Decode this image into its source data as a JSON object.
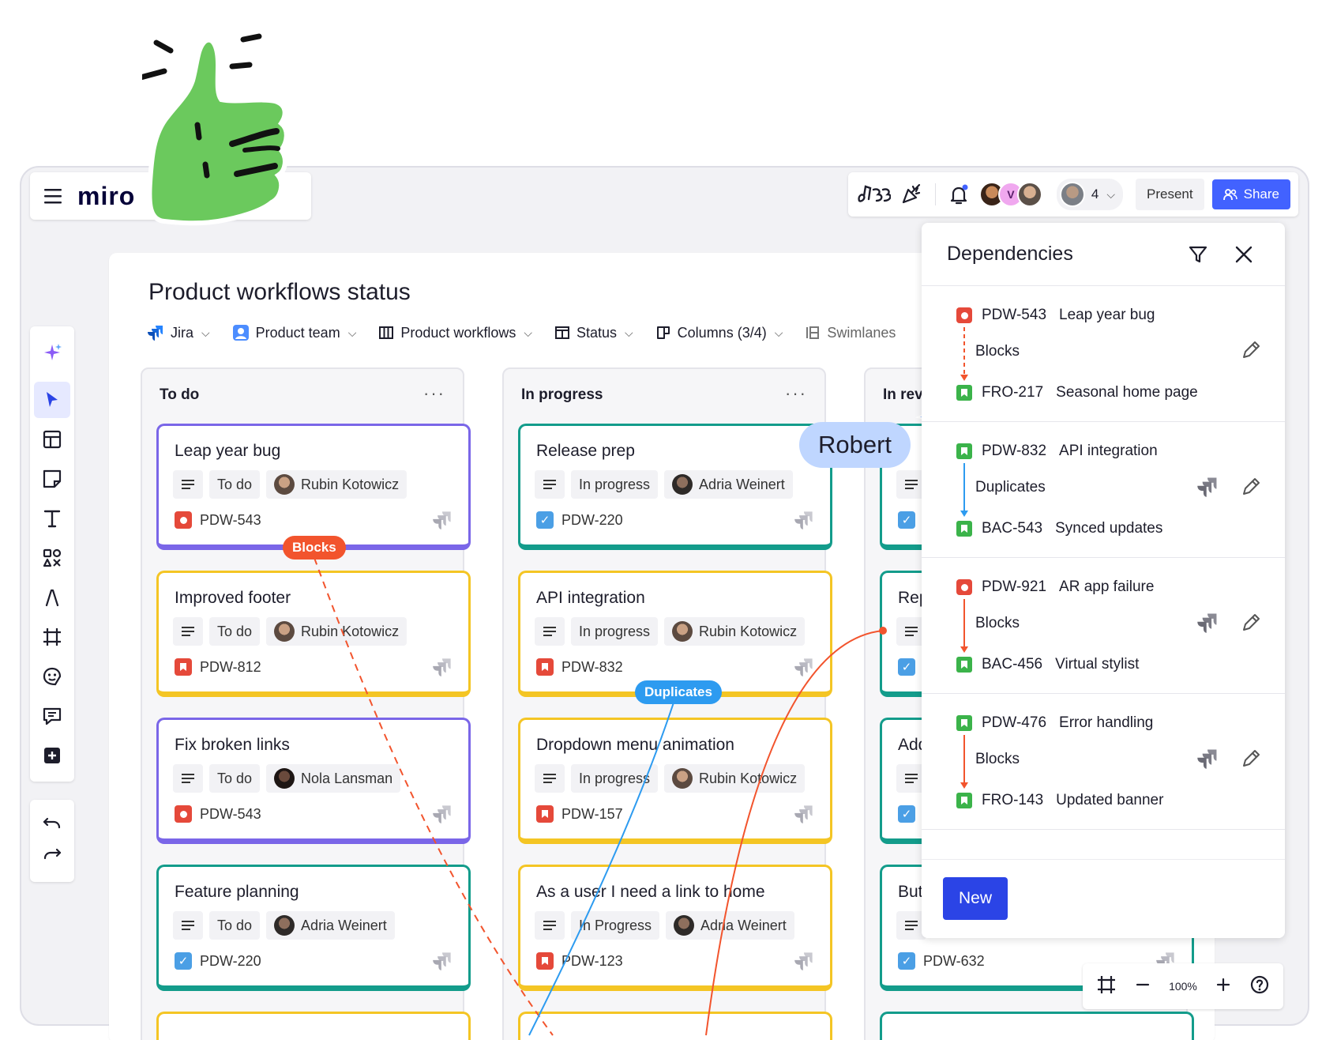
{
  "logo": {
    "text": "miro"
  },
  "toolbar": {
    "present_label": "Present",
    "share_label": "Share",
    "collaborator_initial": "V",
    "collaborator_count": "4",
    "accent": "#4262ff"
  },
  "page": {
    "title": "Product workflows status"
  },
  "filters": [
    {
      "label": "Jira"
    },
    {
      "label": "Product team"
    },
    {
      "label": "Product workflows"
    },
    {
      "label": "Status"
    },
    {
      "label": "Columns (3/4)"
    },
    {
      "label": "Swimlanes"
    }
  ],
  "columns": [
    {
      "title": "To do",
      "more": "···",
      "cards": [
        {
          "title": "Leap year bug",
          "status": "To do",
          "assignee": "Rubin Kotowicz",
          "key": "PDW-543",
          "type": "bug",
          "color": "purple"
        },
        {
          "title": "Improved footer",
          "status": "To do",
          "assignee": "Rubin Kotowicz",
          "key": "PDW-812",
          "type": "story",
          "color": "yellow"
        },
        {
          "title": "Fix broken links",
          "status": "To do",
          "assignee": "Nola Lansman",
          "key": "PDW-543",
          "type": "bug",
          "color": "purple"
        },
        {
          "title": "Feature planning",
          "status": "To do",
          "assignee": "Adria Weinert",
          "key": "PDW-220",
          "type": "task",
          "color": "teal"
        }
      ]
    },
    {
      "title": "In progress",
      "more": "···",
      "cards": [
        {
          "title": "Release prep",
          "status": "In progress",
          "assignee": "Adria Weinert",
          "key": "PDW-220",
          "type": "task",
          "color": "teal"
        },
        {
          "title": "API integration",
          "status": "In progress",
          "assignee": "Rubin Kotowicz",
          "key": "PDW-832",
          "type": "story",
          "color": "yellow"
        },
        {
          "title": "Dropdown menu animation",
          "status": "In progress",
          "assignee": "Rubin Kotowicz",
          "key": "PDW-157",
          "type": "story",
          "color": "yellow"
        },
        {
          "title": "As a user I need a link to home",
          "status": "In Progress",
          "assignee": "Adria Weinert",
          "key": "PDW-123",
          "type": "story",
          "color": "yellow"
        }
      ]
    },
    {
      "title": "In revi",
      "cards": [
        {
          "title": "",
          "key": "",
          "type": "task",
          "color": "teal"
        },
        {
          "title": "Rep",
          "key": "",
          "type": "task",
          "color": "teal"
        },
        {
          "title": "Add",
          "key": "",
          "type": "task",
          "color": "teal"
        },
        {
          "title": "Butt",
          "key": "PDW-632",
          "type": "task",
          "color": "teal"
        }
      ]
    }
  ],
  "relations": {
    "blocks": {
      "label": "Blocks",
      "color": "#f2542d"
    },
    "duplicates": {
      "label": "Duplicates",
      "color": "#2d9bf0"
    }
  },
  "cursor": {
    "name": "Robert",
    "color": "#bfd6ff"
  },
  "dependencies": {
    "title": "Dependencies",
    "groups": [
      {
        "from_key": "PDW-543",
        "from_title": "Leap year bug",
        "from_type": "bug",
        "relation": "Blocks",
        "to_key": "FRO-217",
        "to_title": "Seasonal home page",
        "line": "dashed-red"
      },
      {
        "from_key": "PDW-832",
        "from_title": "API integration",
        "from_type": "story",
        "relation": "Duplicates",
        "to_key": "BAC-543",
        "to_title": "Synced updates",
        "line": "solid-blue"
      },
      {
        "from_key": "PDW-921",
        "from_title": "AR app failure",
        "from_type": "bug",
        "relation": "Blocks",
        "to_key": "BAC-456",
        "to_title": "Virtual stylist",
        "line": "solid-red"
      },
      {
        "from_key": "PDW-476",
        "from_title": "Error handling",
        "from_type": "story",
        "relation": "Blocks",
        "to_key": "FRO-143",
        "to_title": "Updated banner",
        "line": "solid-red"
      }
    ],
    "new_label": "New"
  },
  "zoom": {
    "level": "100%"
  }
}
